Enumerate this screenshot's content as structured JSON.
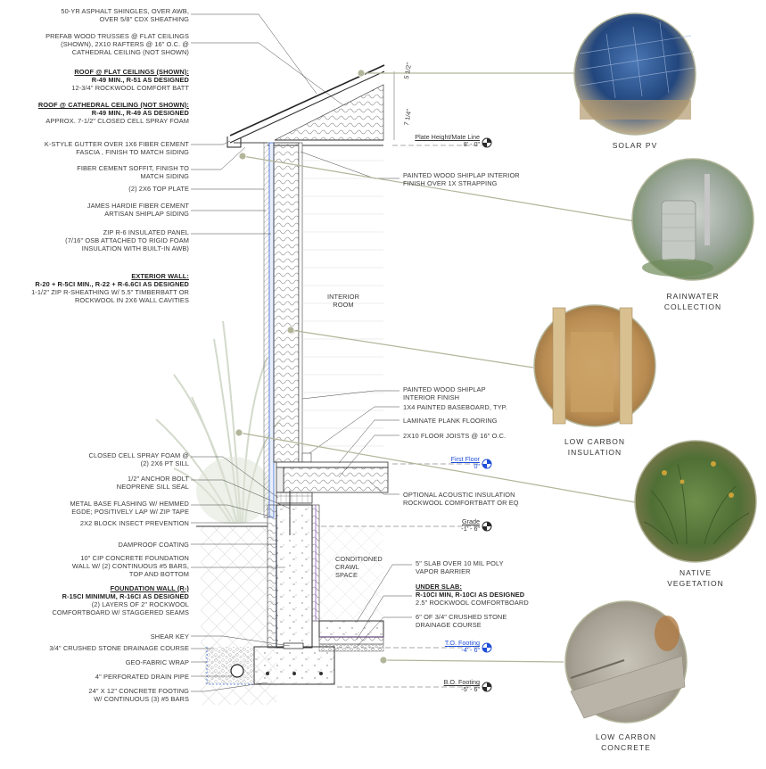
{
  "left_notes": [
    {
      "id": "shingles",
      "lines": [
        "50-YR ASPHALT SHINGLES, OVER AWB,",
        "OVER 5/8\" CDX SHEATHING"
      ]
    },
    {
      "id": "trusses",
      "lines": [
        "PREFAB WOOD TRUSSES @ FLAT CEILINGS",
        "(SHOWN), 2X10 RAFTERS @ 16\" O.C. @",
        "CATHEDRAL CEILING (NOT SHOWN)"
      ]
    },
    {
      "id": "roof_flat",
      "heading": "ROOF @ FLAT CEILINGS (SHOWN):",
      "bold": "R-49 MIN., R-51 AS DESIGNED",
      "lines": [
        "12-3/4\" ROCKWOOL COMFORT BATT"
      ]
    },
    {
      "id": "roof_cath",
      "heading": "ROOF @ CATHEDRAL CEILING (NOT SHOWN):",
      "bold": "R-49 MIN., R-49 AS DESIGNED",
      "lines": [
        "APPROX. 7-1/2\" CLOSED CELL SPRAY FOAM"
      ]
    },
    {
      "id": "gutter",
      "lines": [
        "K-STYLE GUTTER OVER 1X6 FIBER CEMENT",
        "FASCIA , FINISH TO MATCH SIDING"
      ]
    },
    {
      "id": "soffit",
      "lines": [
        "FIBER CEMENT SOFFIT, FINISH TO",
        "MATCH SIDING"
      ]
    },
    {
      "id": "top_plate",
      "lines": [
        "(2) 2X6 TOP PLATE"
      ]
    },
    {
      "id": "siding",
      "lines": [
        "JAMES HARDIE FIBER CEMENT",
        "ARTISAN SHIPLAP SIDING"
      ]
    },
    {
      "id": "zip",
      "lines": [
        "ZIP R-6 INSULATED PANEL",
        "(7/16\" OSB ATTACHED TO RIGID FOAM",
        "INSULATION WITH BUILT-IN AWB)"
      ]
    },
    {
      "id": "ext_wall",
      "heading": "EXTERIOR WALL:",
      "bold": "R-20 + R-5ci MIN., R-22 + R-6.6ci AS DESIGNED",
      "lines": [
        "1-1/2\" ZIP R-SHEATHING W/ 5.5\" TIMBERBATT OR",
        "ROCKWOOL IN 2x6 WALL CAVITIES"
      ]
    },
    {
      "id": "spray_foam",
      "lines": [
        "CLOSED CELL SPRAY FOAM @",
        "(2) 2X6 PT SILL"
      ]
    },
    {
      "id": "anchor",
      "lines": [
        "1/2\" ANCHOR BOLT",
        "NEOPRENE SILL SEAL"
      ]
    },
    {
      "id": "flashing",
      "lines": [
        "METAL BASE FLASHING W/ HEMMED",
        "EGDE; POSITIVELY LAP W/ ZIP TAPE"
      ]
    },
    {
      "id": "block",
      "lines": [
        "2X2 BLOCK INSECT PREVENTION"
      ]
    },
    {
      "id": "dampproof",
      "lines": [
        "DAMPROOF COATING"
      ]
    },
    {
      "id": "cip",
      "lines": [
        "10\" CIP CONCRETE FOUNDATION",
        "WALL W/ (2) CONTINUOUS #5 BARS,",
        "TOP AND BOTTOM"
      ]
    },
    {
      "id": "fdn_wall",
      "heading": "FOUNDATION WALL (R-)",
      "bold": "R-15ci MINIMUM, R-16ci AS DESIGNED",
      "lines": [
        "(2) LAYERS OF 2\" ROCKWOOL",
        "COMFORTBOARD W/ STAGGERED SEAMS"
      ]
    },
    {
      "id": "shear_key",
      "lines": [
        "SHEAR KEY"
      ]
    },
    {
      "id": "drainage",
      "lines": [
        "3/4\" CRUSHED STONE DRAINAGE COURSE"
      ]
    },
    {
      "id": "geofabric",
      "lines": [
        "GEO-FABRIC WRAP"
      ]
    },
    {
      "id": "drain_pipe",
      "lines": [
        "4\" PERFORATED DRAIN PIPE"
      ]
    },
    {
      "id": "footing",
      "lines": [
        "24\" X 12\" CONCRETE FOOTING",
        "W/ CONTINUOUS (3) #5 BARS"
      ]
    }
  ],
  "right_notes": [
    {
      "id": "shiplap_interior",
      "lines": [
        "PAINTED WOOD SHIPLAP INTERIOR",
        "FINISH OVER 1X STRAPPING"
      ]
    },
    {
      "id": "interior_room",
      "lines": [
        "INTERIOR",
        "ROOM"
      ]
    },
    {
      "id": "shiplap_finish",
      "lines": [
        "PAINTED WOOD SHIPLAP",
        "INTERIOR FINISH"
      ]
    },
    {
      "id": "baseboard",
      "lines": [
        "1X4 PAINTED BASEBOARD, TYP."
      ]
    },
    {
      "id": "flooring",
      "lines": [
        "LAMINATE PLANK FLOORING"
      ]
    },
    {
      "id": "joists",
      "lines": [
        "2X10 FLOOR JOISTS @ 16\" O.C."
      ]
    },
    {
      "id": "acoustic",
      "lines": [
        "OPTIONAL ACOUSTIC INSULATION",
        "ROCKWOOL COMFORTBATT OR EQ"
      ]
    },
    {
      "id": "crawl",
      "lines": [
        "CONDITIONED",
        "CRAWL",
        "SPACE"
      ]
    },
    {
      "id": "slab",
      "lines": [
        "5\" SLAB OVER 10 MIL POLY",
        "VAPOR BARRIER"
      ]
    },
    {
      "id": "under_slab",
      "heading": "UNDER SLAB:",
      "bold": "R-10ci MIN, R-10ci AS DESIGNED",
      "lines": [
        "2.5\" ROCKWOOL COMFORTBOARD"
      ]
    },
    {
      "id": "crushed_stone",
      "lines": [
        "6\" OF 3/4\" CRUSHED STONE",
        "DRAINAGE COURSE"
      ]
    }
  ],
  "dimensions": {
    "d1": "5 1/2\"",
    "d2": "7 1/4\""
  },
  "elevations": [
    {
      "id": "plate",
      "name": "Plate Height/Mate Line",
      "value": "8' - 0\"",
      "color": "#2a2a2a"
    },
    {
      "id": "first_floor",
      "name": "First Floor",
      "value": "0\"",
      "color": "#1f4fd8"
    },
    {
      "id": "grade",
      "name": "Grade",
      "value": "-1' - 6\"",
      "color": "#2a2a2a"
    },
    {
      "id": "to_footing",
      "name": "T.O. Footing",
      "value": "-4' - 6\"",
      "color": "#1f4fd8"
    },
    {
      "id": "bo_footing",
      "name": "B.O. Footing",
      "value": "-5' - 6\"",
      "color": "#2a2a2a"
    }
  ],
  "features": [
    {
      "id": "solar",
      "lines": [
        "SOLAR PV"
      ]
    },
    {
      "id": "rainwater",
      "lines": [
        "RAINWATER",
        "COLLECTION"
      ]
    },
    {
      "id": "insulation",
      "lines": [
        "LOW CARBON",
        "INSULATION"
      ]
    },
    {
      "id": "vegetation",
      "lines": [
        "NATIVE",
        "VEGETATION"
      ]
    },
    {
      "id": "concrete",
      "lines": [
        "LOW CARBON",
        "CONCRETE"
      ]
    }
  ],
  "colors": {
    "leader_green": "#b3b59a",
    "blue_barrier": "#3f6fd6",
    "purple_barrier": "#9a5fc4",
    "outline": "#333333"
  }
}
